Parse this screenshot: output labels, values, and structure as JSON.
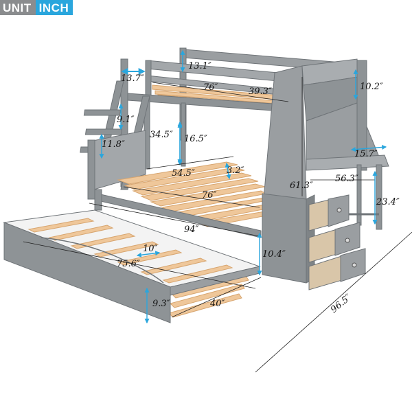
{
  "badge": {
    "unit": "UNIT",
    "inch": "INCH"
  },
  "colors": {
    "frame": "#8e9396",
    "frame_dark": "#6f7478",
    "frame_light": "#a9adb0",
    "slat": "#efc79a",
    "slat_edge": "#d7a56f",
    "drawer_inside": "#d9c6a9",
    "arrow": "#2aa6dd",
    "line": "#222222"
  },
  "dimensions": {
    "rail_height_top": "13.1″",
    "ladder_top": "13.7″",
    "top_length": "76″",
    "top_width": "39.3″",
    "shelf_height": "10.2″",
    "ladder_step": "9.1″",
    "clearance": "34.5″",
    "lower_rail": "16.5″",
    "footboard": "11.8″",
    "lower_width": "54.5″",
    "slat_gap": "3.2″",
    "lower_length": "76″",
    "desk_depth": "15.7″",
    "desk_width": "56.3″",
    "total_height": "61.3″",
    "desk_height": "23.4″",
    "overall_length": "94″",
    "trundle_rail": "10.4″",
    "trundle_slat_gap": "10″",
    "trundle_length": "75.6″",
    "trundle_height": "9.3″",
    "trundle_width": "40″",
    "overall_depth": "96.5″"
  }
}
